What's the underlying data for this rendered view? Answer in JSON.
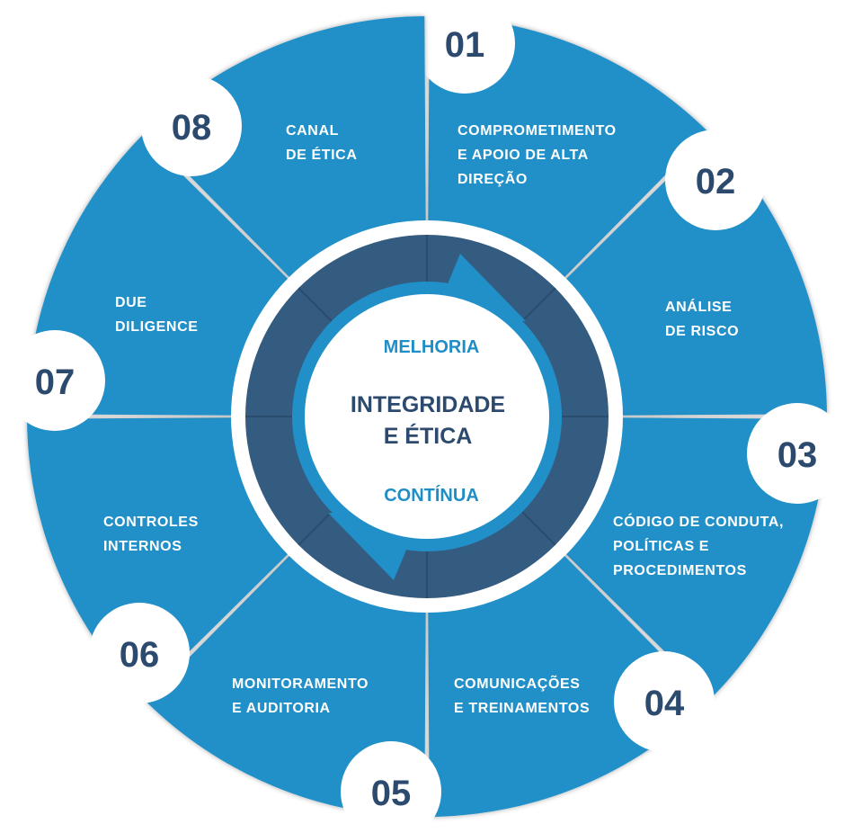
{
  "center": {
    "title_line1": "INTEGRIDADE",
    "title_line2": "E ÉTICA",
    "top_text": "MELHORIA",
    "bottom_text": "CONTÍNUA"
  },
  "segments": [
    {
      "number": "01",
      "lines": [
        "COMPROMETIMENTO",
        "E APOIO DE ALTA",
        "DIREÇÃO"
      ]
    },
    {
      "number": "02",
      "lines": [
        "ANÁLISE",
        "DE RISCO"
      ]
    },
    {
      "number": "03",
      "lines": [
        "CÓDIGO DE CONDUTA,",
        "POLÍTICAS E",
        "PROCEDIMENTOS"
      ]
    },
    {
      "number": "04",
      "lines": [
        "COMUNICAÇÕES",
        "E TREINAMENTOS"
      ]
    },
    {
      "number": "05",
      "lines": [
        "MONITORAMENTO",
        "E AUDITORIA"
      ]
    },
    {
      "number": "06",
      "lines": [
        "CONTROLES",
        "INTERNOS"
      ]
    },
    {
      "number": "07",
      "lines": [
        "DUE",
        "DILIGENCE"
      ]
    },
    {
      "number": "08",
      "lines": [
        "CANAL",
        "DE ÉTICA"
      ]
    }
  ],
  "colors": {
    "segment_blue": "#2190c8",
    "dark_ring": "#345b80",
    "number_navy": "#2c4a6e",
    "accent_text": "#1f8ec6"
  }
}
